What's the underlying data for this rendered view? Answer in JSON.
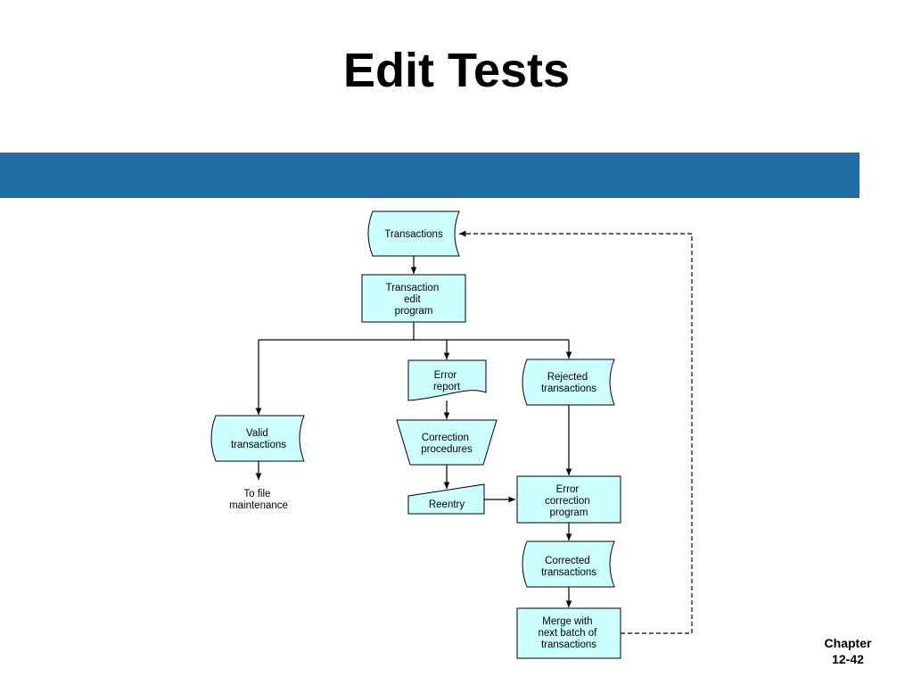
{
  "slide": {
    "title": "Edit Tests",
    "band_color": "#226da6",
    "footer": {
      "line1": "Chapter",
      "line2": "12-42"
    }
  },
  "diagram": {
    "shape_fill": "#ccffff",
    "nodes": {
      "transactions": [
        "Transactions"
      ],
      "edit_program": [
        "Transaction",
        "edit",
        "program"
      ],
      "valid": [
        "Valid",
        "transactions"
      ],
      "to_file": [
        "To file",
        "maintenance"
      ],
      "error_report": [
        "Error",
        "report"
      ],
      "correction": [
        "Correction",
        "procedures"
      ],
      "reentry": [
        "Reentry"
      ],
      "rejected": [
        "Rejected",
        "transactions"
      ],
      "error_correction": [
        "Error",
        "correction",
        "program"
      ],
      "corrected": [
        "Corrected",
        "transactions"
      ],
      "merge": [
        "Merge with",
        "next batch of",
        "transactions"
      ]
    }
  }
}
